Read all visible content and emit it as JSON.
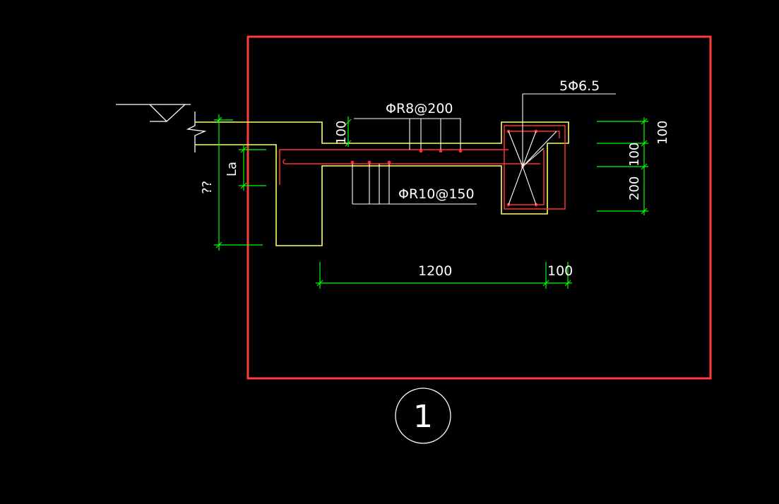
{
  "labels": {
    "stirrup_top": "ΦR8@200",
    "stirrup_bottom": "ΦR10@150",
    "rebar_count": "5Φ6.5",
    "dim_1200": "1200",
    "dim_100_bottom": "100",
    "dim_100_left": "100",
    "dim_right_100_top": "100",
    "dim_right_100_mid": "100",
    "dim_right_200": "200",
    "anchorage": "La",
    "unknown_dim": "??",
    "detail_mark": "1"
  },
  "colors": {
    "frame": "#ff3b3b",
    "concrete_outline": "#ffff66",
    "rebar": "#ff3030",
    "dimension": "#00ff00",
    "leader": "#ffffff",
    "background": "#000000"
  }
}
